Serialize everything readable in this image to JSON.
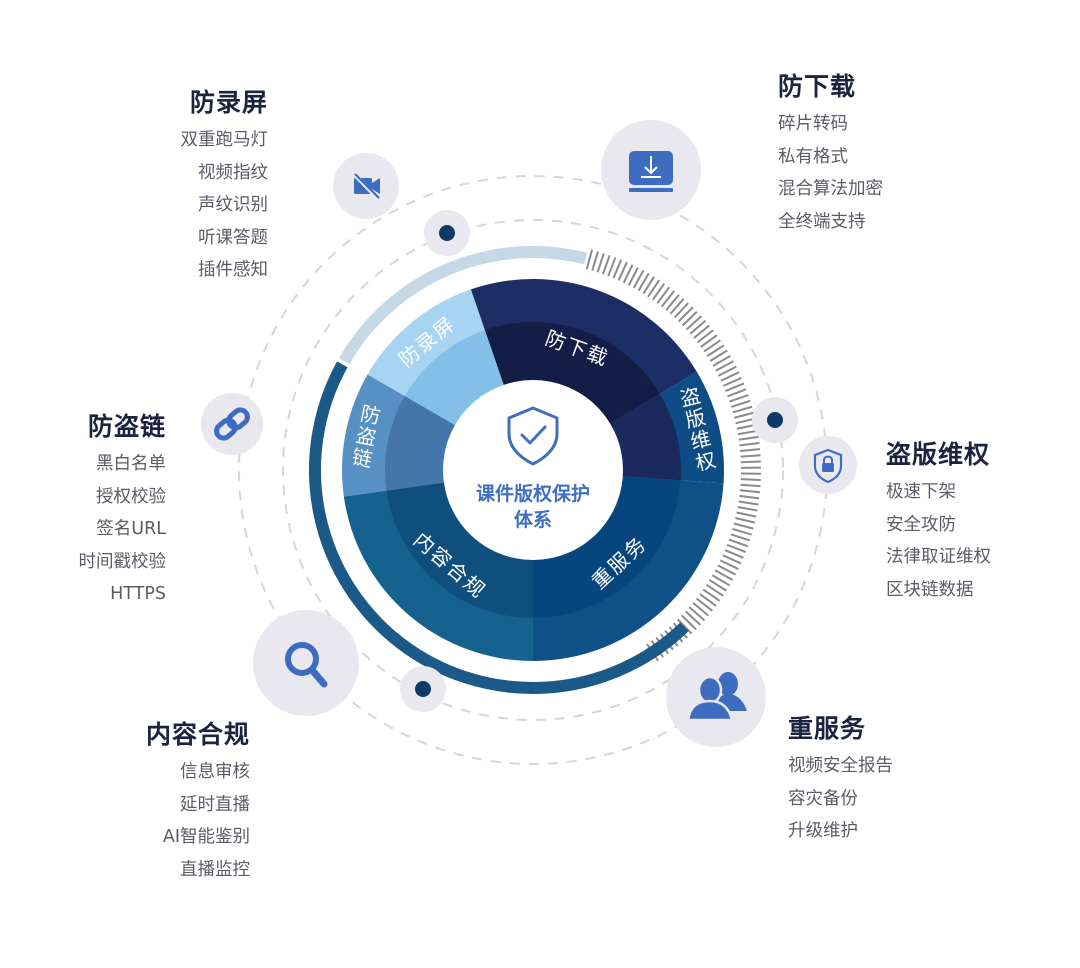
{
  "center": {
    "title_line1": "课件版权保护",
    "title_line2": "体系",
    "icon": "shield-check-icon",
    "text_color": "#3f6fc0"
  },
  "colors": {
    "icon_blue": "#3d6cc0",
    "icon_bg": "#e8e8ee",
    "dot": "#0d3a66",
    "dash": "#d6d6da",
    "hatch": "#8a8a8f",
    "arc_light": "#c4d8e6",
    "arc_dark": "#1b5989"
  },
  "segments": [
    {
      "label": "防下载",
      "start": -19,
      "end": 59,
      "outer": "#1d2d66",
      "inner": "#141d45",
      "orient": "arc"
    },
    {
      "label": "盗版维权",
      "start": 59,
      "end": 94,
      "outer": "#0d4c85",
      "inner": "#1b2a5c",
      "orient": "vertical"
    },
    {
      "label": "重服务",
      "start": 94,
      "end": 180,
      "outer": "#0f5187",
      "inner": "#07457f",
      "orient": "arc"
    },
    {
      "label": "内容合规",
      "start": 180,
      "end": 262,
      "outer": "#15628f",
      "inner": "#0f4f7e",
      "orient": "arc"
    },
    {
      "label": "防盗链",
      "start": 262,
      "end": 300,
      "outer": "#5790c3",
      "inner": "#4377aa",
      "orient": "vertical"
    },
    {
      "label": "防录屏",
      "start": 300,
      "end": 341,
      "outer": "#a7d4f1",
      "inner": "#83bfe8",
      "orient": "arc"
    }
  ],
  "features": [
    {
      "id": "anti-record",
      "title": "防录屏",
      "icon": "camera-off-icon",
      "items": [
        "双重跑马灯",
        "视频指纹",
        "声纹识别",
        "听课答题",
        "插件感知"
      ]
    },
    {
      "id": "anti-download",
      "title": "防下载",
      "icon": "download-box-icon",
      "items": [
        "碎片转码",
        "私有格式",
        "混合算法加密",
        "全终端支持"
      ]
    },
    {
      "id": "anti-hotlink",
      "title": "防盗链",
      "icon": "link-icon",
      "items": [
        "黑白名单",
        "授权校验",
        "签名URL",
        "时间戳校验",
        "HTTPS"
      ]
    },
    {
      "id": "piracy-rights",
      "title": "盗版维权",
      "icon": "shield-lock-icon",
      "items": [
        "极速下架",
        "安全攻防",
        "法律取证维权",
        "区块链数据"
      ]
    },
    {
      "id": "content-compliance",
      "title": "内容合规",
      "icon": "search-icon",
      "items": [
        "信息审核",
        "延时直播",
        "AI智能鉴别",
        "直播监控"
      ]
    },
    {
      "id": "heavy-service",
      "title": "重服务",
      "icon": "users-icon",
      "items": [
        "视频安全报告",
        "容灾备份",
        "升级维护"
      ]
    }
  ]
}
